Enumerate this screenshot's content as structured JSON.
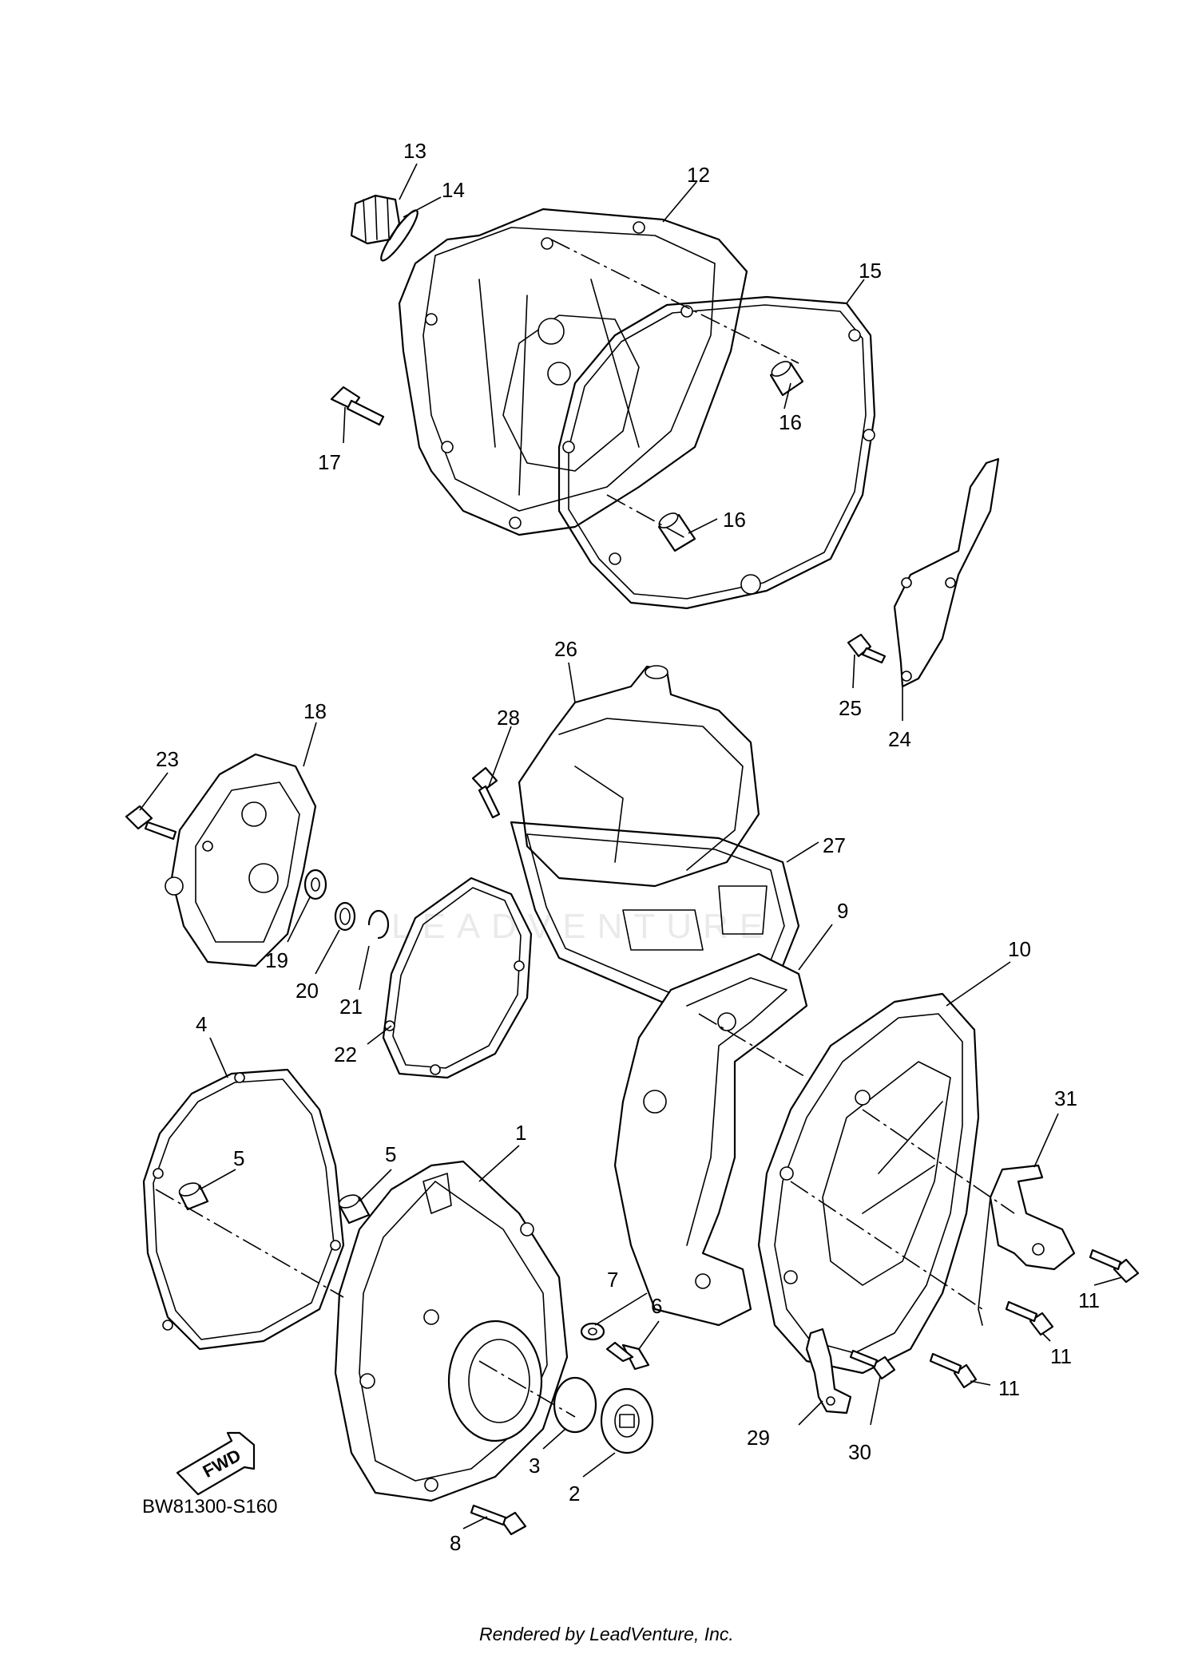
{
  "diagram": {
    "drawing_code": "BW81300-S160",
    "fwd_label": "FWD",
    "footer": "Rendered by LeadVenture, Inc.",
    "watermark": "LEADVENTURE",
    "callouts": {
      "c1": "1",
      "c2": "2",
      "c3": "3",
      "c4": "4",
      "c5a": "5",
      "c5b": "5",
      "c6": "6",
      "c7": "7",
      "c8": "8",
      "c9": "9",
      "c10": "10",
      "c11a": "11",
      "c11b": "11",
      "c11c": "11",
      "c12": "12",
      "c13": "13",
      "c14": "14",
      "c15": "15",
      "c16a": "16",
      "c16b": "16",
      "c17": "17",
      "c18": "18",
      "c19": "19",
      "c20": "20",
      "c21": "21",
      "c22": "22",
      "c23": "23",
      "c24": "24",
      "c25": "25",
      "c26": "26",
      "c27": "27",
      "c28": "28",
      "c29": "29",
      "c30": "30",
      "c31": "31"
    }
  }
}
